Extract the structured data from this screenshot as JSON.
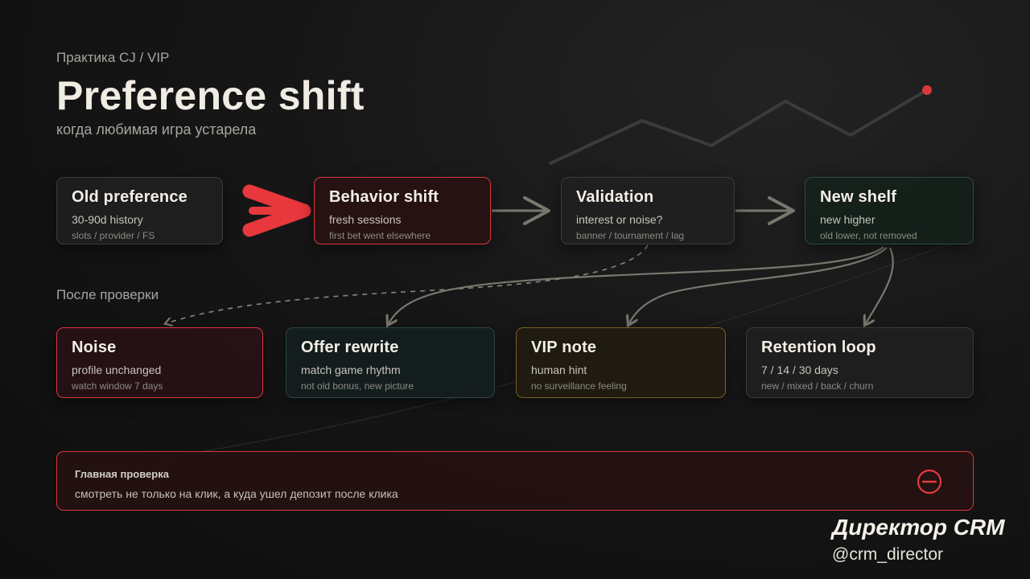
{
  "header": {
    "kicker": "Практика CJ / VIP",
    "title": "Preference shift",
    "subtitle": "когда любимая игра устарела"
  },
  "flow": [
    {
      "title": "Old preference",
      "line1": "30-90d history",
      "line2": "slots / provider / FS"
    },
    {
      "title": "Behavior shift",
      "line1": "fresh sessions",
      "line2": "first bet went elsewhere"
    },
    {
      "title": "Validation",
      "line1": "interest or noise?",
      "line2": "banner / tournament / lag"
    },
    {
      "title": "New shelf",
      "line1": "new higher",
      "line2": "old lower, not removed"
    }
  ],
  "section_label": "После проверки",
  "outcomes": [
    {
      "title": "Noise",
      "line1": "profile unchanged",
      "line2": "watch window 7 days"
    },
    {
      "title": "Offer rewrite",
      "line1": "match game rhythm",
      "line2": "not old bonus, new picture"
    },
    {
      "title": "VIP note",
      "line1": "human hint",
      "line2": "no surveillance feeling"
    },
    {
      "title": "Retention loop",
      "line1": "7 / 14 / 30 days",
      "line2": "new / mixed / back / churn"
    }
  ],
  "main_check": {
    "title": "Главная проверка",
    "text": "смотреть не только на клик, а куда ушел депозит после клика"
  },
  "brand": {
    "name": "Директор CRM",
    "handle": "@crm_director"
  },
  "colors": {
    "accent_red": "#d9383d",
    "arrow_gray": "#7a776f",
    "green_border": "#2e4a3e",
    "amber_border": "#7a5f20",
    "teal_border": "#2b4442"
  },
  "icons": {
    "minus": "minus-circle-icon"
  }
}
